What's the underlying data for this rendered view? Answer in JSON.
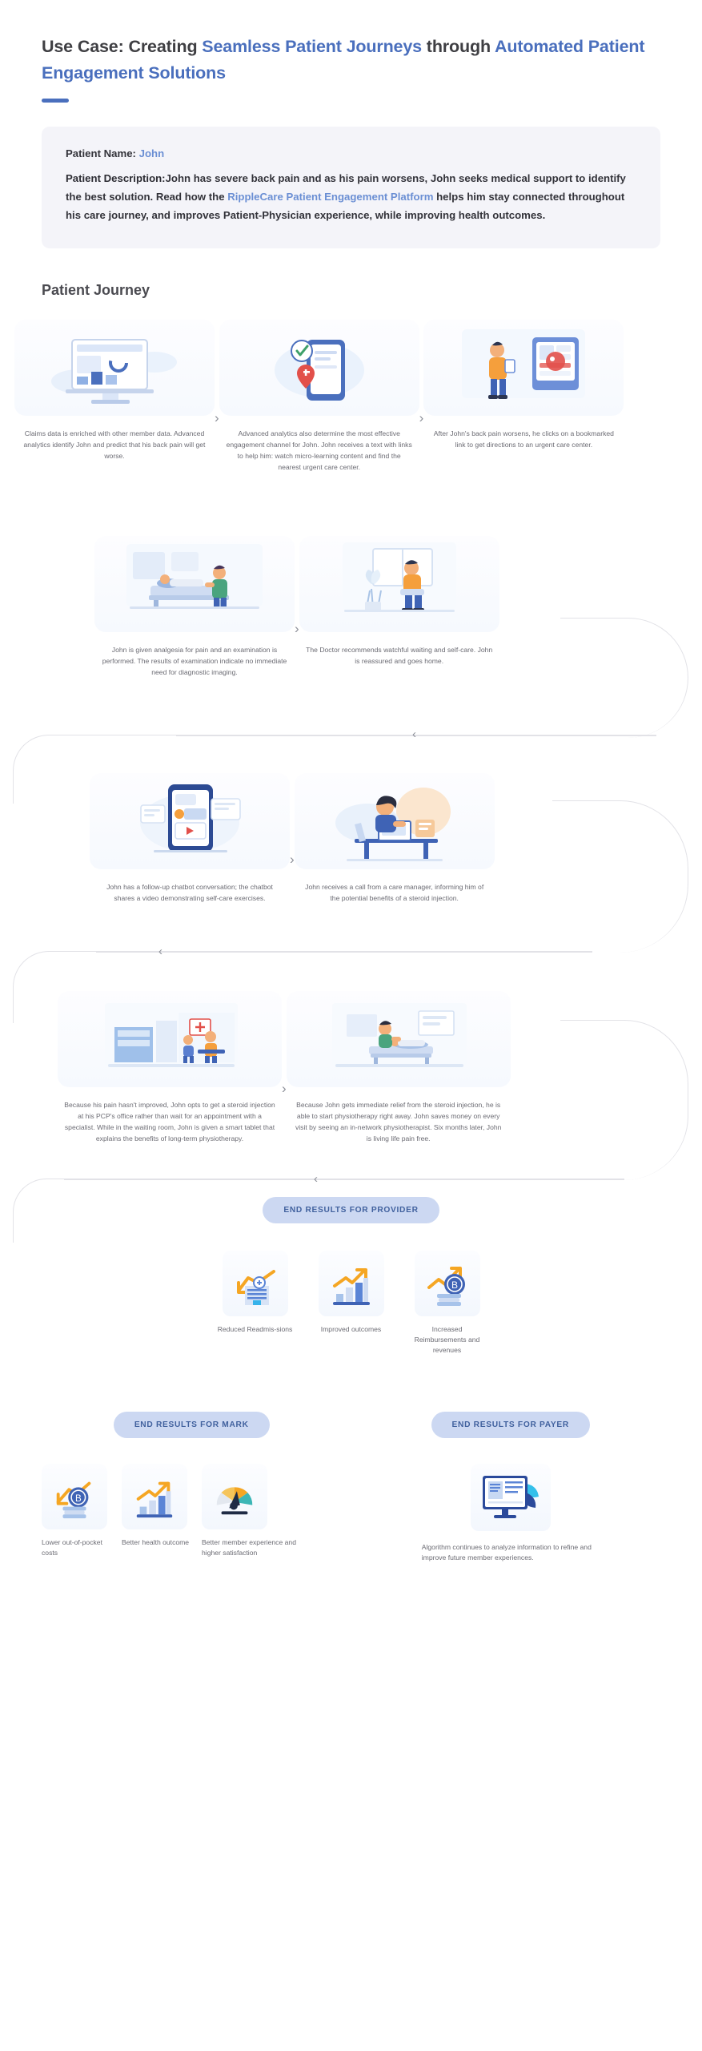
{
  "header": {
    "title_part1": "Use Case: Creating ",
    "title_accent1": "Seamless Patient Journeys",
    "title_part2": " through ",
    "title_accent2": "Automated Patient Engagement Solutions"
  },
  "patient_card": {
    "name_label": "Patient Name:",
    "name_value": "John",
    "desc_label": "Patient Description:",
    "desc_text_1": "John has severe back pain and as his pain worsens, John seeks medical support to identify the best solution. Read how the ",
    "desc_link": "RipplecCare Patient Engagement Platform",
    "desc_link_display": "RippleCare Patient Engagement Platform",
    "desc_text_2": " helps him stay connected throughout his care journey, and improves Patient-Physician experience, while improving health outcomes."
  },
  "journey": {
    "section_title": "Patient Journey",
    "steps": [
      {
        "id": "step-1",
        "caption": "Claims data is enriched with other member data. Advanced analytics identify John and predict that his back pain will get worse.",
        "art": "dashboard-analytics"
      },
      {
        "id": "step-2",
        "caption": "Advanced analytics also determine the most effective engagement channel for John. John receives a text with links to help him: watch micro-learning content and find the nearest urgent care center.",
        "art": "mobile-location-pin"
      },
      {
        "id": "step-3",
        "caption": "After John's back pain worsens, he clicks on a bookmarked link to get directions to an urgent care center.",
        "art": "person-with-phone-map"
      },
      {
        "id": "step-4",
        "caption": "John is given analgesia for pain and an examination is performed. The results of examination indicate no immediate need for diagnostic imaging.",
        "art": "patient-on-exam-bed"
      },
      {
        "id": "step-5",
        "caption": "The Doctor recommends watchful waiting and self-care. John is reassured and goes home.",
        "art": "person-seated-at-home"
      },
      {
        "id": "step-6",
        "caption": "John has a follow-up chatbot conversation; the chatbot shares a video demonstrating self-care exercises.",
        "art": "chatbot-phone-video"
      },
      {
        "id": "step-7",
        "caption": "John receives a call from a care manager, informing him of the potential benefits of a steroid injection.",
        "art": "care-manager-at-desk"
      },
      {
        "id": "step-8",
        "caption": "Because his pain hasn't improved, John opts to get a steroid injection at his PCP's office rather than wait for an appointment with a specialist. While in the waiting room, John is given a smart tablet that explains the benefits of long-term physiotherapy.",
        "art": "clinic-waiting-room"
      },
      {
        "id": "step-9",
        "caption": "Because John gets immediate relief from the steroid injection, he is able to start physiotherapy right away. John saves money on every visit by seeing an in-network physiotherapist. Six months later, John is living life pain free.",
        "art": "physiotherapy-session"
      }
    ],
    "arrow_glyph": "›",
    "back_chevron_glyph": "‹"
  },
  "results": {
    "provider": {
      "pill_label": "END RESULTS FOR PROVIDER",
      "items": [
        {
          "caption": "Reduced Readmis-sions",
          "icon": "hospital-down-arrow-icon"
        },
        {
          "caption": "Improved outcomes",
          "icon": "bar-chart-up-icon"
        },
        {
          "caption": "Increased Reimbursements and revenues",
          "icon": "coin-stack-up-icon"
        }
      ]
    },
    "mark": {
      "pill_label": "END RESULTS FOR MARK",
      "items": [
        {
          "caption": "Lower out-of-pocket costs",
          "icon": "coin-down-arrow-icon"
        },
        {
          "caption": "Better health outcome",
          "icon": "bar-chart-up-icon"
        },
        {
          "caption": "Better member experience and higher satisfaction",
          "icon": "gauge-meter-icon"
        }
      ]
    },
    "payer": {
      "pill_label": "END RESULTS FOR PAYER",
      "items": [
        {
          "caption": "Algorithm continues to analyze information to refine and improve future member experiences.",
          "icon": "monitor-report-icon"
        }
      ]
    }
  },
  "colors": {
    "accent_blue": "#4a6fbd",
    "link_blue": "#6b8fd4",
    "pill_bg": "#ccd8f2",
    "pill_text": "#41619e",
    "card_bg": "#f4f4f9",
    "body_text": "#6b6b73",
    "orange": "#f5a623",
    "rail": "#e2e2e7"
  }
}
